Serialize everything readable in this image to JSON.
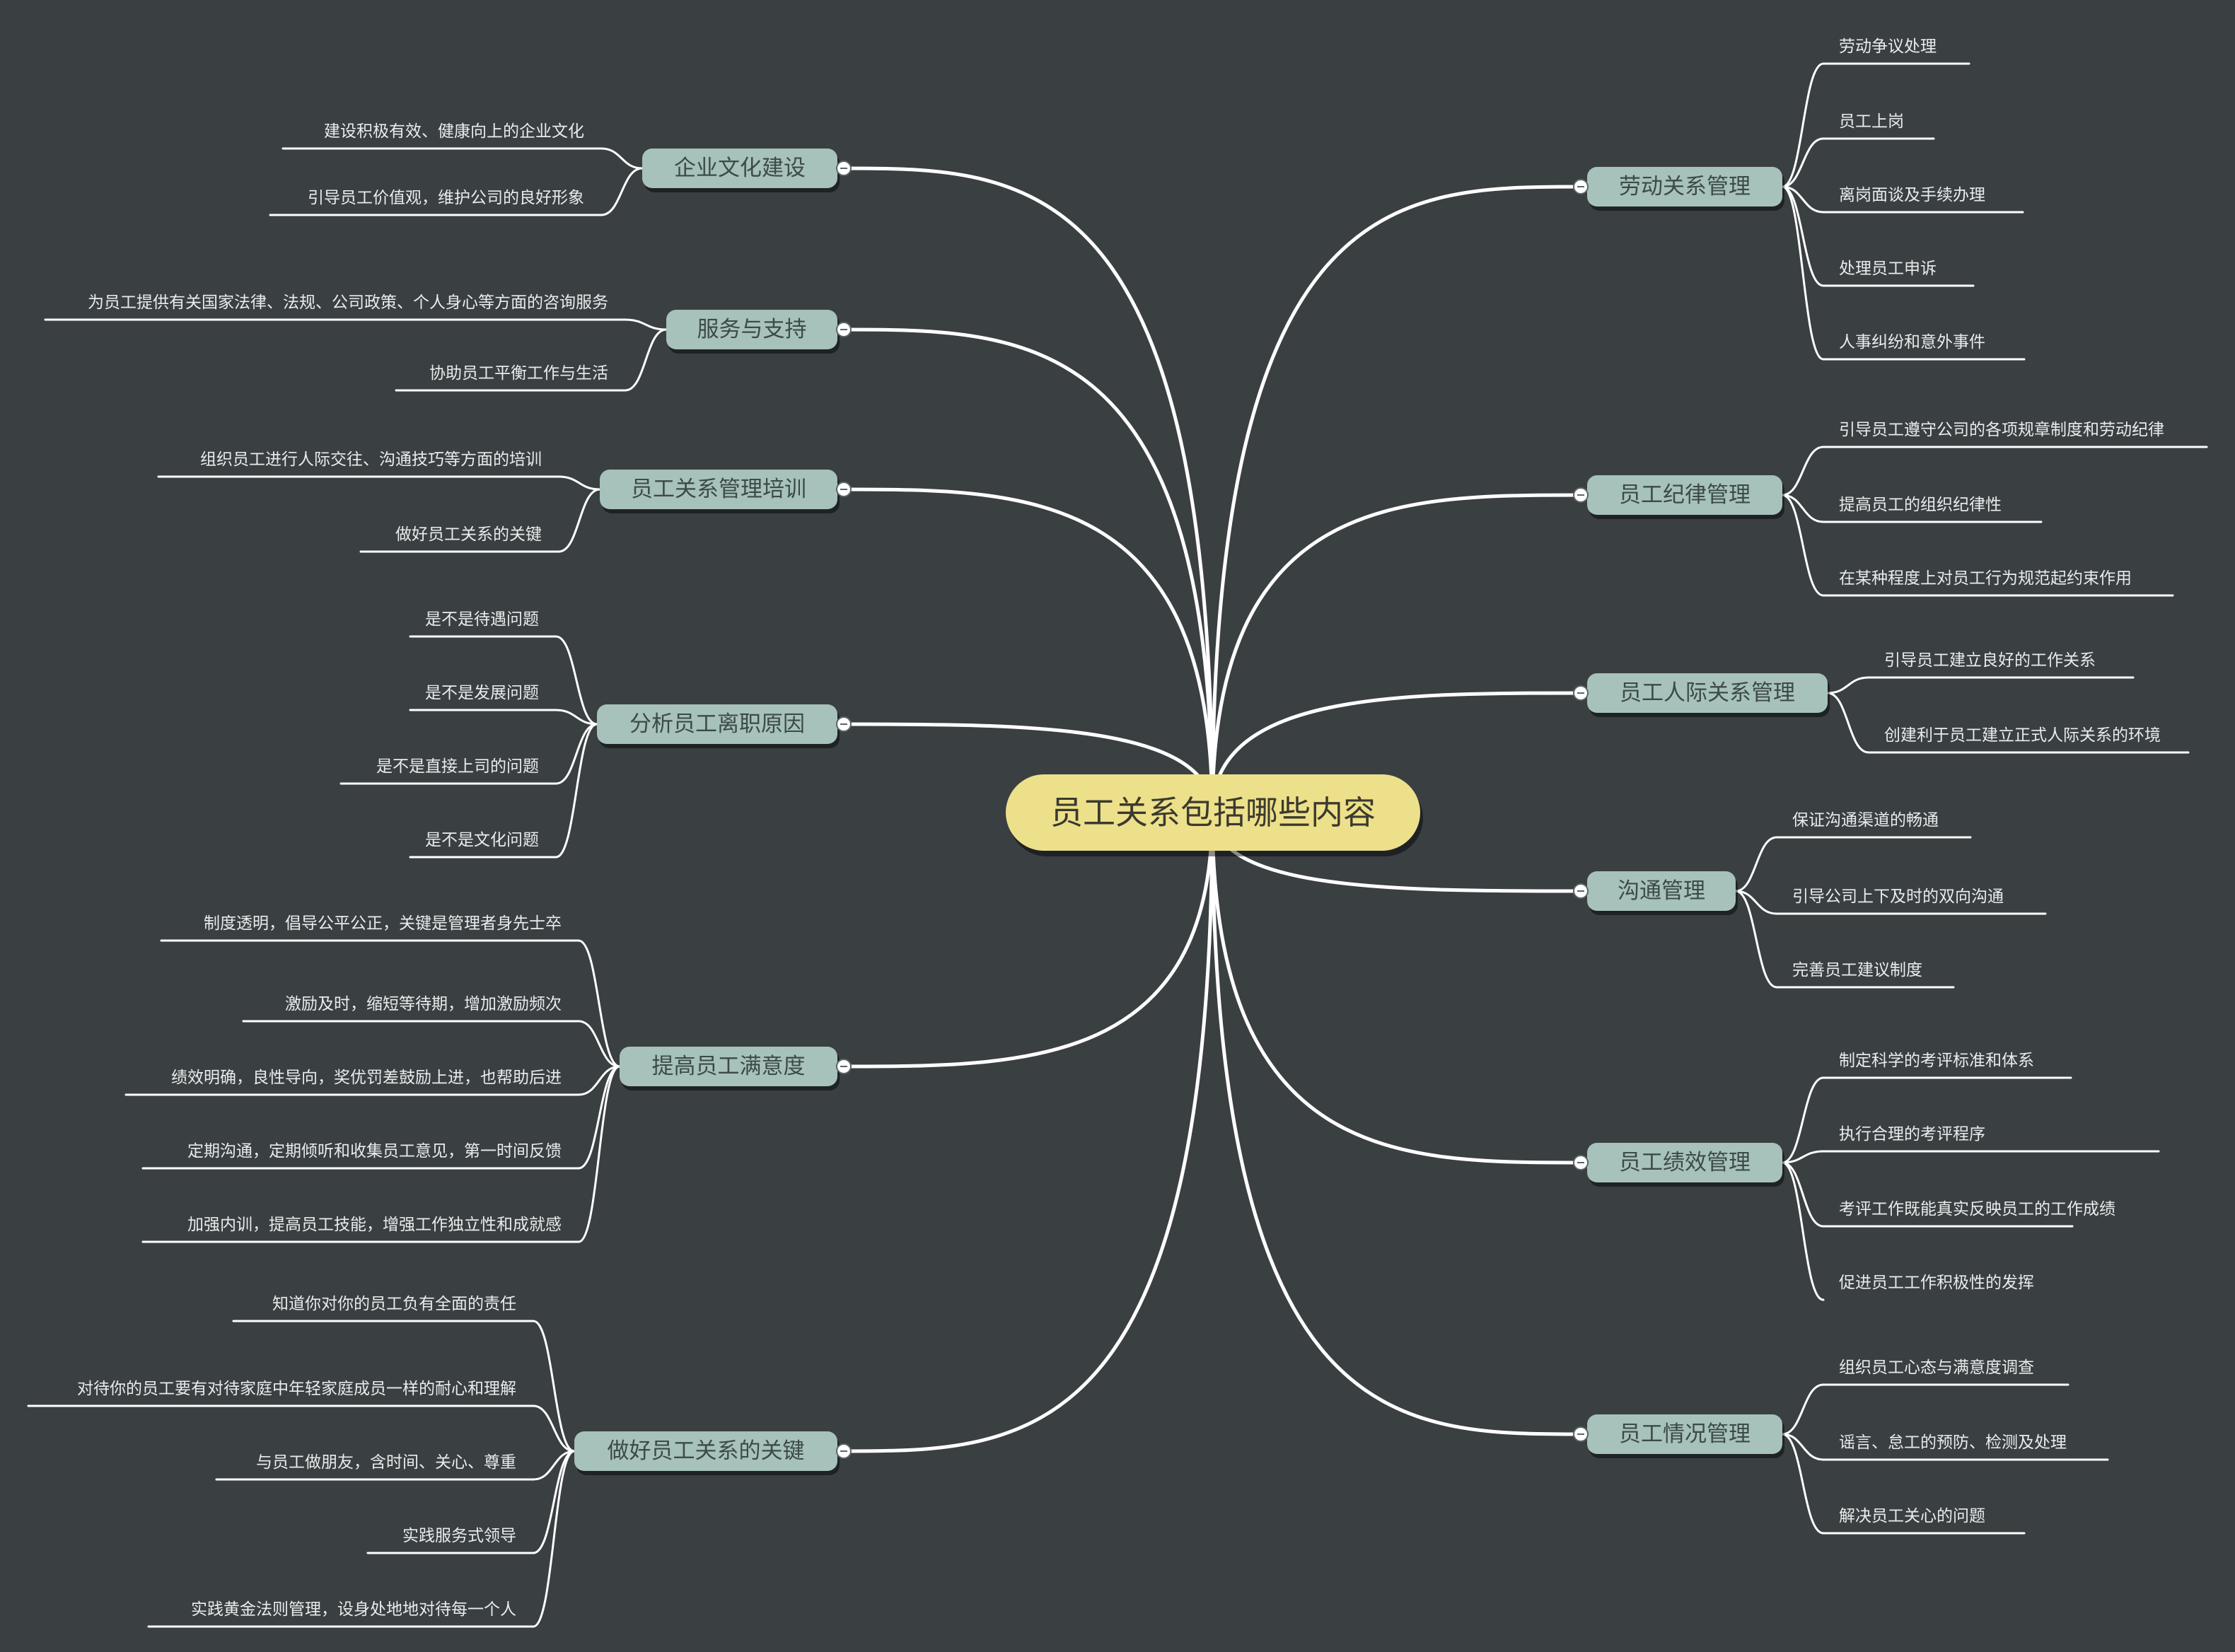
{
  "colors": {
    "background": "#3a3f42",
    "root_fill": "#ede08a",
    "branch_fill": "#a7c1bb",
    "line": "#ffffff",
    "leaf_text": "#e9ecec"
  },
  "icons": {
    "collapse": "minus-circle-icon"
  },
  "root": {
    "label": "员工关系包括哪些内容"
  },
  "branches": [
    {
      "label": "企业文化建设",
      "side": "left",
      "children": [
        "建设积极有效、健康向上的企业文化",
        "引导员工价值观，维护公司的良好形象"
      ]
    },
    {
      "label": "服务与支持",
      "side": "left",
      "children": [
        "为员工提供有关国家法律、法规、公司政策、个人身心等方面的咨询服务",
        "协助员工平衡工作与生活"
      ]
    },
    {
      "label": "员工关系管理培训",
      "side": "left",
      "children": [
        "组织员工进行人际交往、沟通技巧等方面的培训",
        "做好员工关系的关键"
      ]
    },
    {
      "label": "分析员工离职原因",
      "side": "left",
      "children": [
        "是不是待遇问题",
        "是不是发展问题",
        "是不是直接上司的问题",
        "是不是文化问题"
      ]
    },
    {
      "label": "提高员工满意度",
      "side": "left",
      "children": [
        "制度透明，倡导公平公正，关键是管理者身先士卒",
        "激励及时，缩短等待期，增加激励频次",
        "绩效明确，良性导向，奖优罚差鼓励上进，也帮助后进",
        "定期沟通，定期倾听和收集员工意见，第一时间反馈",
        "加强内训，提高员工技能，增强工作独立性和成就感"
      ]
    },
    {
      "label": "做好员工关系的关键",
      "side": "left",
      "children": [
        "知道你对你的员工负有全面的责任",
        "对待你的员工要有对待家庭中年轻家庭成员一样的耐心和理解",
        "与员工做朋友，含时间、关心、尊重",
        "实践服务式领导",
        "实践黄金法则管理，设身处地地对待每一个人"
      ]
    },
    {
      "label": "劳动关系管理",
      "side": "right",
      "children": [
        "劳动争议处理",
        "员工上岗",
        "离岗面谈及手续办理",
        "处理员工申诉",
        "人事纠纷和意外事件"
      ]
    },
    {
      "label": "员工纪律管理",
      "side": "right",
      "children": [
        "引导员工遵守公司的各项规章制度和劳动纪律",
        "提高员工的组织纪律性",
        "在某种程度上对员工行为规范起约束作用"
      ]
    },
    {
      "label": "员工人际关系管理",
      "side": "right",
      "children": [
        "引导员工建立良好的工作关系",
        "创建利于员工建立正式人际关系的环境"
      ]
    },
    {
      "label": "沟通管理",
      "side": "right",
      "children": [
        "保证沟通渠道的畅通",
        "引导公司上下及时的双向沟通",
        "完善员工建议制度"
      ]
    },
    {
      "label": "员工绩效管理",
      "side": "right",
      "children": [
        "制定科学的考评标准和体系",
        "执行合理的考评程序",
        "考评工作既能真实反映员工的工作成绩",
        "促进员工工作积极性的发挥"
      ]
    },
    {
      "label": "员工情况管理",
      "side": "right",
      "children": [
        "组织员工心态与满意度调查",
        "谣言、怠工的预防、检测及处理",
        "解决员工关心的问题"
      ]
    }
  ]
}
